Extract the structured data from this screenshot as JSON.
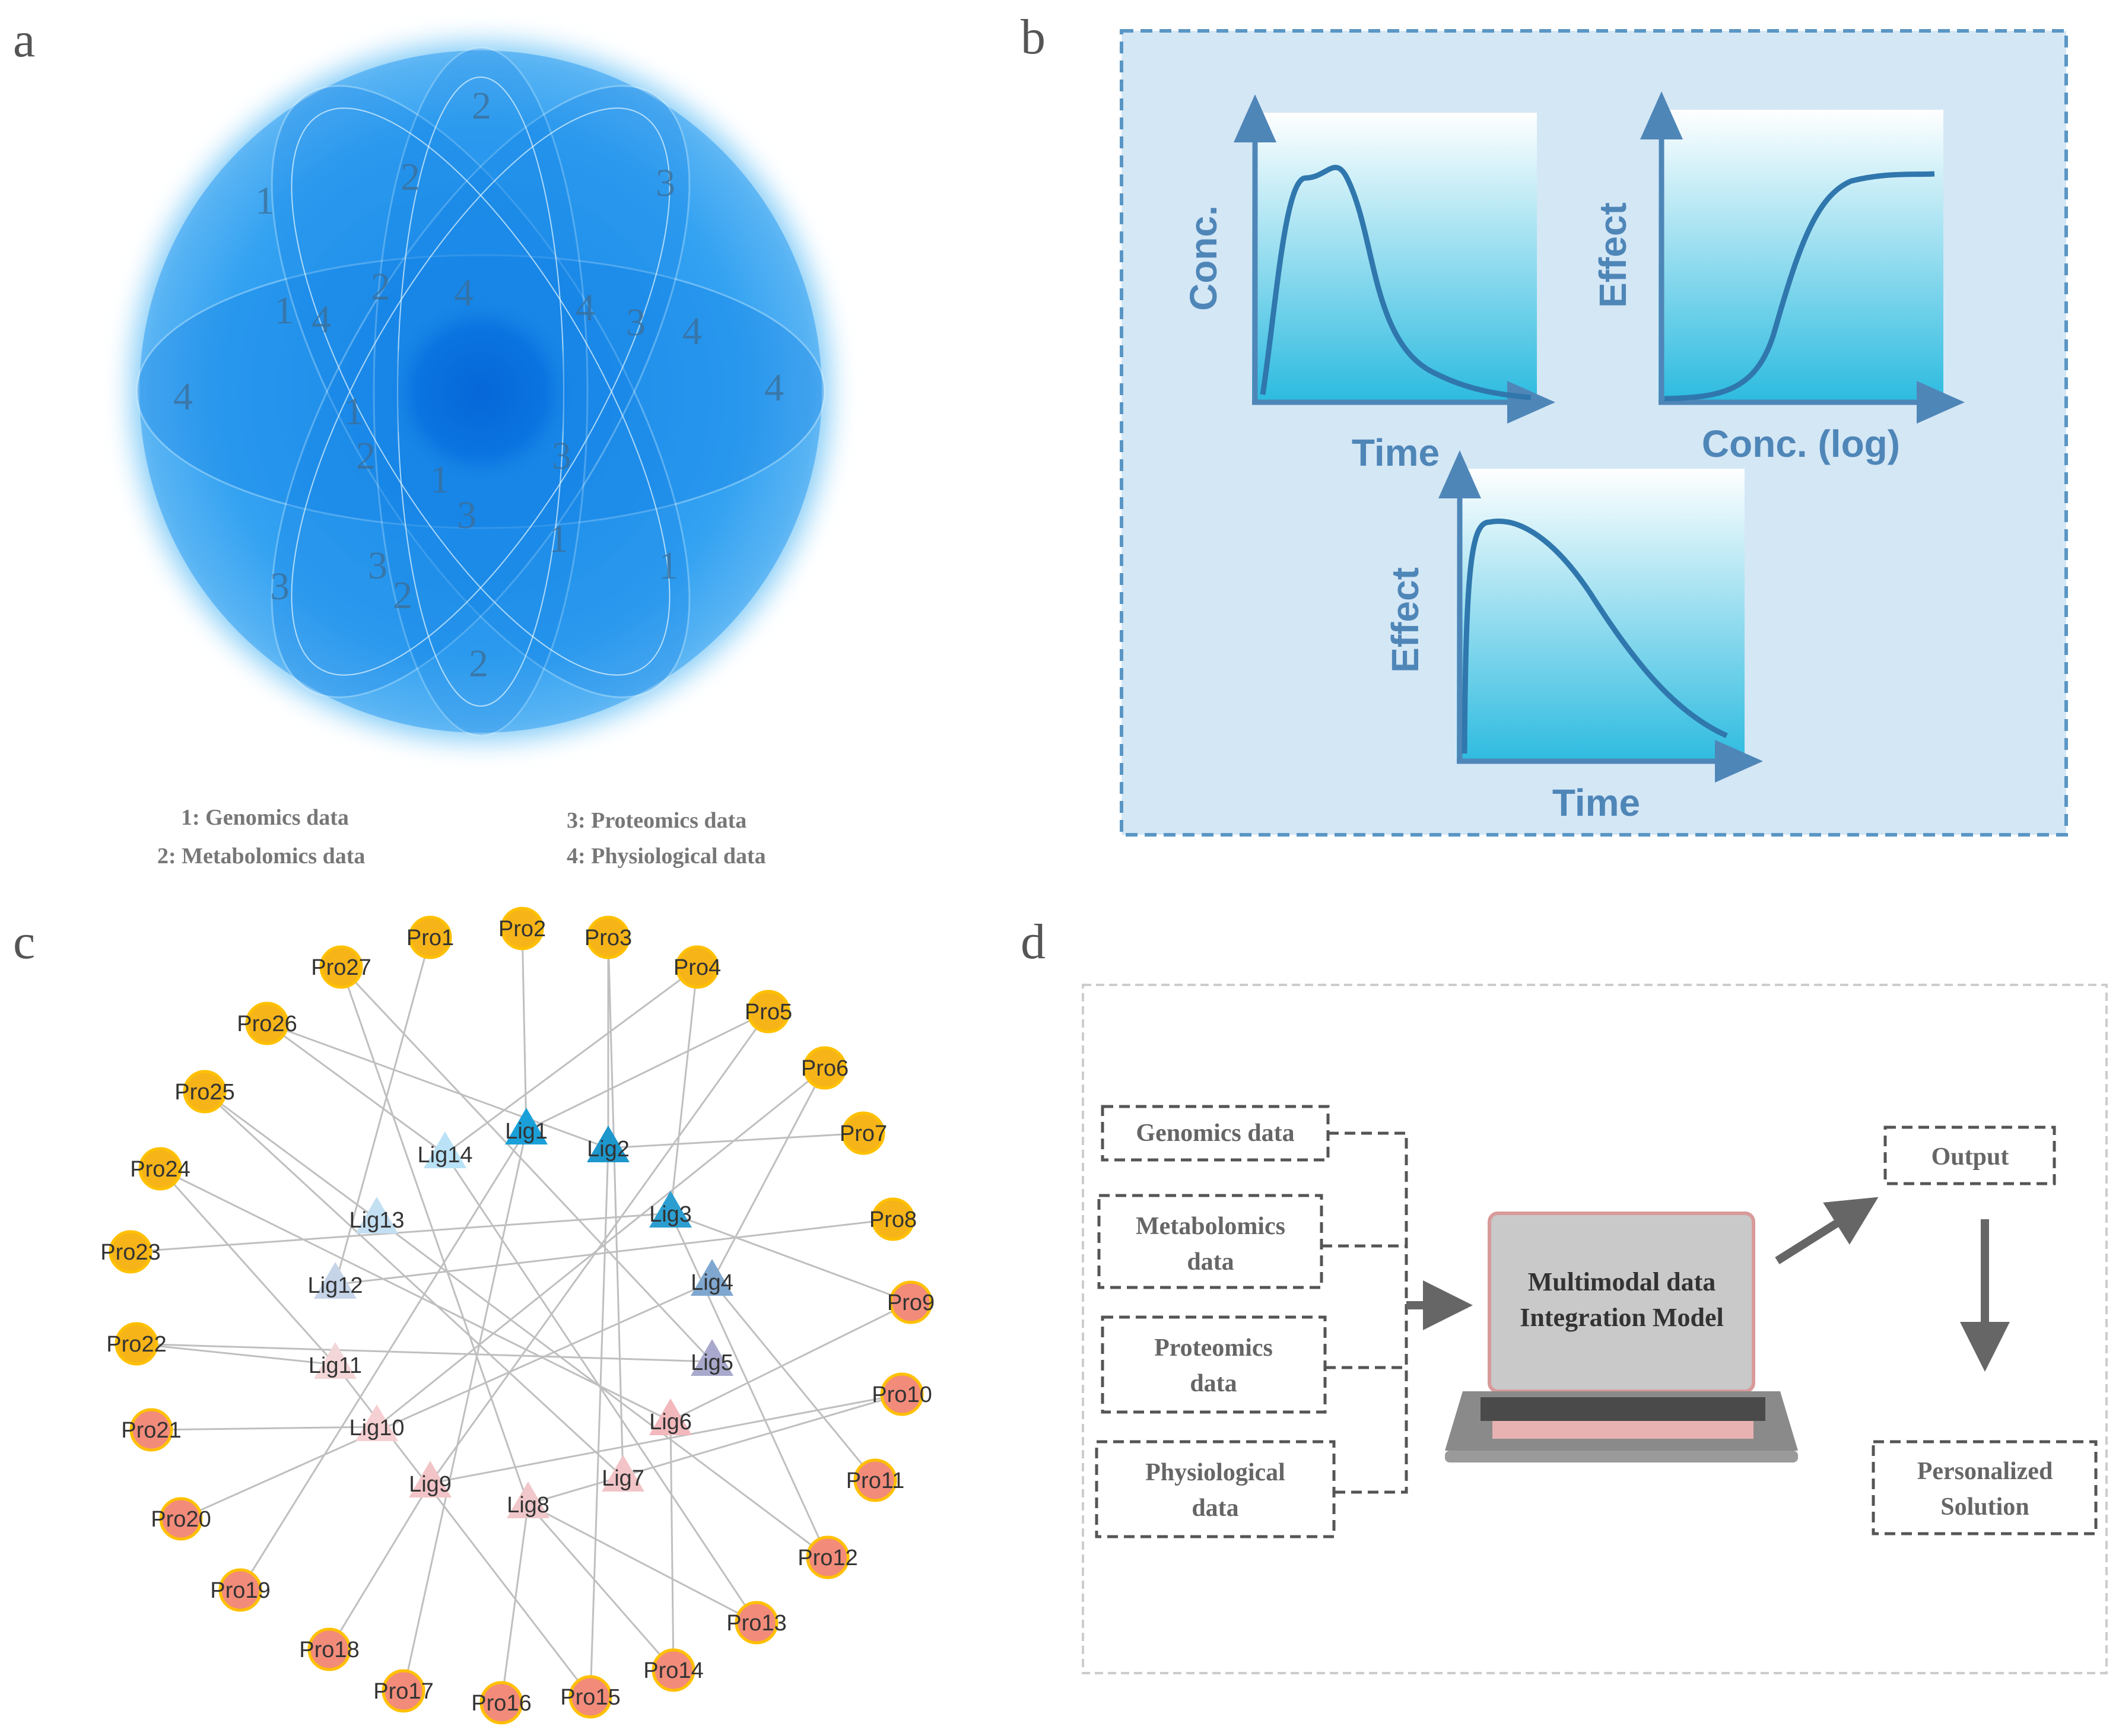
{
  "panels": {
    "a": {
      "letter": "a",
      "orbit_numbers": [
        "1",
        "2",
        "3",
        "4"
      ],
      "legend": [
        "1: Genomics data",
        "2: Metabolomics data",
        "3: Proteomics data",
        "4: Physiological data"
      ],
      "colors": {
        "sphere_edge": "#9fd8f8",
        "sphere_core": "#1e8ff0",
        "orbit_line": "#dff4ff"
      }
    },
    "b": {
      "letter": "b",
      "charts": [
        {
          "ylabel": "Conc.",
          "xlabel": "Time",
          "curve": "absorption-elimination"
        },
        {
          "ylabel": "Effect",
          "xlabel": "Conc.  (log)",
          "curve": "sigmoid"
        },
        {
          "ylabel": "Effect",
          "xlabel": "Time",
          "curve": "decay"
        }
      ],
      "colors": {
        "background": "#d4e7f5",
        "border": "#5a96c4",
        "axis": "#4f86b8"
      }
    },
    "c": {
      "letter": "c",
      "proteins": [
        "Pro1",
        "Pro2",
        "Pro3",
        "Pro4",
        "Pro5",
        "Pro6",
        "Pro7",
        "Pro8",
        "Pro9",
        "Pro10",
        "Pro11",
        "Pro12",
        "Pro13",
        "Pro14",
        "Pro15",
        "Pro16",
        "Pro17",
        "Pro18",
        "Pro19",
        "Pro20",
        "Pro21",
        "Pro22",
        "Pro23",
        "Pro24",
        "Pro25",
        "Pro26",
        "Pro27"
      ],
      "ligands": [
        "Lig1",
        "Lig2",
        "Lig3",
        "Lig4",
        "Lig5",
        "Lig6",
        "Lig7",
        "Lig8",
        "Lig9",
        "Lig10",
        "Lig11",
        "Lig12",
        "Lig13",
        "Lig14"
      ],
      "edges": [
        [
          "Lig1",
          "Pro2"
        ],
        [
          "Lig1",
          "Pro5"
        ],
        [
          "Lig1",
          "Pro17"
        ],
        [
          "Lig1",
          "Pro19"
        ],
        [
          "Lig2",
          "Pro3"
        ],
        [
          "Lig2",
          "Pro26"
        ],
        [
          "Lig2",
          "Pro7"
        ],
        [
          "Lig2",
          "Pro15"
        ],
        [
          "Lig3",
          "Pro4"
        ],
        [
          "Lig3",
          "Pro9"
        ],
        [
          "Lig3",
          "Pro23"
        ],
        [
          "Lig3",
          "Pro12"
        ],
        [
          "Lig4",
          "Pro6"
        ],
        [
          "Lig4",
          "Pro11"
        ],
        [
          "Lig4",
          "Pro20"
        ],
        [
          "Lig5",
          "Pro22"
        ],
        [
          "Lig5",
          "Pro27"
        ],
        [
          "Lig6",
          "Pro9"
        ],
        [
          "Lig6",
          "Pro24"
        ],
        [
          "Lig6",
          "Pro14"
        ],
        [
          "Lig7",
          "Pro25"
        ],
        [
          "Lig7",
          "Pro3"
        ],
        [
          "Lig8",
          "Pro27"
        ],
        [
          "Lig8",
          "Pro10"
        ],
        [
          "Lig8",
          "Pro13"
        ],
        [
          "Lig8",
          "Pro14"
        ],
        [
          "Lig8",
          "Pro16"
        ],
        [
          "Lig9",
          "Pro5"
        ],
        [
          "Lig9",
          "Pro10"
        ],
        [
          "Lig9",
          "Pro18"
        ],
        [
          "Lig10",
          "Pro21"
        ],
        [
          "Lig10",
          "Pro6"
        ],
        [
          "Lig11",
          "Pro22"
        ],
        [
          "Lig11",
          "Pro24"
        ],
        [
          "Lig11",
          "Pro15"
        ],
        [
          "Lig12",
          "Pro1"
        ],
        [
          "Lig12",
          "Pro8"
        ],
        [
          "Lig13",
          "Pro25"
        ],
        [
          "Lig13",
          "Pro12"
        ],
        [
          "Lig14",
          "Pro26"
        ],
        [
          "Lig14",
          "Pro13"
        ],
        [
          "Lig14",
          "Pro4"
        ]
      ],
      "colors": {
        "protein_top": "#f6b419",
        "protein_bottom": "#f28b7a",
        "protein_ring": "#ffc000",
        "ligand_palette": [
          "#1aa0d8",
          "#1d97cc",
          "#2c9ed0",
          "#7fa7cf",
          "#a8a9cc",
          "#f2b8bc",
          "#f2c4c7",
          "#f0c7ca",
          "#f2c4c7",
          "#f6cfd2",
          "#f3d6d8",
          "#c6d4e8",
          "#c3dff2",
          "#b9e2f6"
        ]
      },
      "edge_color": "#bfbfbf"
    },
    "d": {
      "letter": "d",
      "inputs": [
        [
          "Genomics data"
        ],
        [
          "Metabolomics",
          "data"
        ],
        [
          "Proteomics",
          "data"
        ],
        [
          "Physiological",
          "data"
        ]
      ],
      "model": [
        "Multimodal data",
        "Integration Model"
      ],
      "output": "Output",
      "solution": [
        "Personalized",
        "Solution"
      ],
      "colors": {
        "dash": "#555555",
        "arrow": "#666666",
        "screen": "#c9c9c9",
        "laptop_edge": "#d89a9a"
      }
    }
  }
}
